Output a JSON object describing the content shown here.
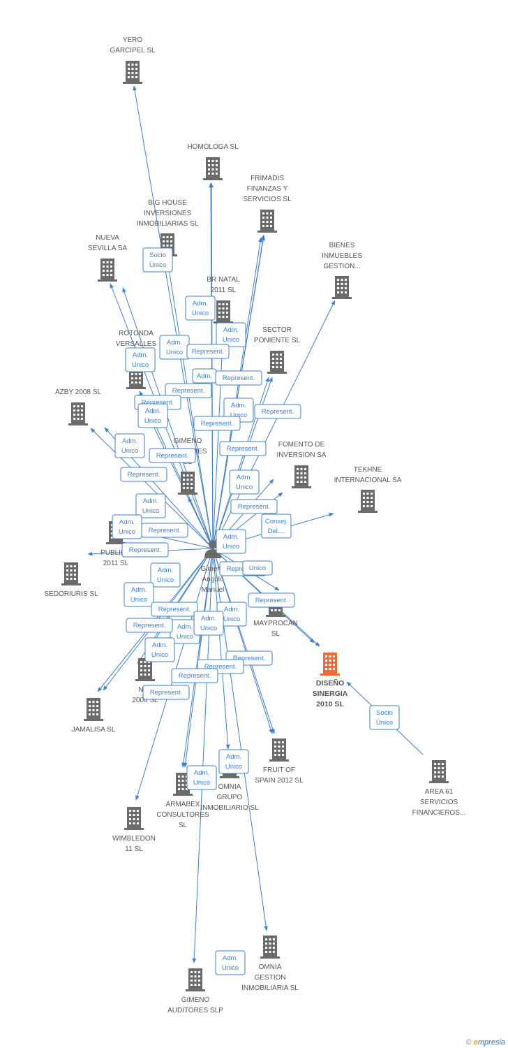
{
  "colors": {
    "edge": "#3a7fd5",
    "building": "#6b6b6b",
    "building_focus": "#f06a35",
    "person": "#6b6b6b"
  },
  "person": {
    "label": [
      "Gimeno",
      "Angulo",
      "Manuel"
    ],
    "icon": "person-icon"
  },
  "nodes": [
    {
      "id": "yero",
      "label": [
        "YERO",
        "GARCIPEL SL"
      ],
      "focus": false
    },
    {
      "id": "homologa",
      "label": [
        "HOMOLOGA SL"
      ],
      "focus": false
    },
    {
      "id": "frimadis",
      "label": [
        "FRIMADIS",
        "FINANZAS Y",
        "SERVICIOS SL"
      ],
      "focus": false
    },
    {
      "id": "bighouse",
      "label": [
        "BIG HOUSE",
        "INVERSIONES",
        "INMOBILIARIAS SL"
      ],
      "focus": false
    },
    {
      "id": "nuevasevilla",
      "label": [
        "NUEVA",
        "SEVILLA SA"
      ],
      "focus": false
    },
    {
      "id": "bienes",
      "label": [
        "BIENES",
        "INMUEBLES",
        "GESTION..."
      ],
      "focus": false
    },
    {
      "id": "brnatal",
      "label": [
        "BR NATAL",
        "2011 SL"
      ],
      "focus": false
    },
    {
      "id": "rotonda",
      "label": [
        "ROTONDA",
        "VERSALLES"
      ],
      "focus": false
    },
    {
      "id": "sector",
      "label": [
        "SECTOR",
        "PONIENTE SL"
      ],
      "focus": false
    },
    {
      "id": "azby",
      "label": [
        "AZBY 2008 SL"
      ],
      "focus": false
    },
    {
      "id": "gimenoasesores",
      "label": [
        "GIMENO",
        "ASESORES",
        "SL"
      ],
      "focus": false
    },
    {
      "id": "fomento",
      "label": [
        "FOMENTO DE",
        "INVERSION SA"
      ],
      "focus": false
    },
    {
      "id": "tekhne",
      "label": [
        "TEKHNE",
        "INTERNACIONAL SA"
      ],
      "focus": false
    },
    {
      "id": "publima",
      "label": [
        "PUBLIMA",
        "2011 SL"
      ],
      "focus": false
    },
    {
      "id": "sedoriuris",
      "label": [
        "SEDORIURIS SL"
      ],
      "focus": false
    },
    {
      "id": "mayprocan",
      "label": [
        "MAYPROCAN",
        "SL"
      ],
      "focus": false
    },
    {
      "id": "diseno",
      "label": [
        "DISEÑO",
        "SINERGIA",
        "2010 SL"
      ],
      "focus": true
    },
    {
      "id": "nal",
      "label": [
        "NAL",
        "2006 SL"
      ],
      "focus": false
    },
    {
      "id": "jamalisa",
      "label": [
        "JAMALISA SL"
      ],
      "focus": false
    },
    {
      "id": "fruit",
      "label": [
        "FRUIT OF",
        "SPAIN 2012 SL"
      ],
      "focus": false
    },
    {
      "id": "omniagrupo",
      "label": [
        "OMNIA",
        "GRUPO",
        "INMOBILIARIO SL"
      ],
      "focus": false
    },
    {
      "id": "armabex",
      "label": [
        "ARMABEX",
        "CONSULTORES",
        "SL"
      ],
      "focus": false
    },
    {
      "id": "area61",
      "label": [
        "AREA 61",
        "SERVICIOS",
        "FINANCIEROS..."
      ],
      "focus": false
    },
    {
      "id": "wimbledon",
      "label": [
        "WIMBLEDON",
        "11 SL"
      ],
      "focus": false
    },
    {
      "id": "omniagestion",
      "label": [
        "OMNIA",
        "GESTION",
        "INMOBILIARIA SL"
      ],
      "focus": false
    },
    {
      "id": "gimenoauditores",
      "label": [
        "GIMENO",
        "AUDITORES SLP"
      ],
      "focus": false
    }
  ],
  "relations": [
    {
      "id": "r1",
      "label": [
        "Socio",
        "Único"
      ]
    },
    {
      "id": "r2",
      "label": [
        "Adm.",
        "Unico"
      ]
    },
    {
      "id": "r3",
      "label": [
        "Adm.",
        "Unico"
      ]
    },
    {
      "id": "r4",
      "label": [
        "Adm.",
        "Unico"
      ]
    },
    {
      "id": "r5",
      "label": [
        "Represent."
      ]
    },
    {
      "id": "r6",
      "label": [
        "Adm.",
        "Unico"
      ]
    },
    {
      "id": "r7",
      "label": [
        "Adm."
      ]
    },
    {
      "id": "r8",
      "label": [
        "Represent."
      ]
    },
    {
      "id": "r9",
      "label": [
        "Represent."
      ]
    },
    {
      "id": "r10",
      "label": [
        "Represent."
      ]
    },
    {
      "id": "r11",
      "label": [
        "Adm.",
        "Unico"
      ]
    },
    {
      "id": "r12",
      "label": [
        "Adm.",
        "Unico"
      ]
    },
    {
      "id": "r13",
      "label": [
        "Represent."
      ]
    },
    {
      "id": "r14",
      "label": [
        "Represent."
      ]
    },
    {
      "id": "r15",
      "label": [
        "Adm.",
        "Unico"
      ]
    },
    {
      "id": "r16",
      "label": [
        "Represent."
      ]
    },
    {
      "id": "r17",
      "label": [
        "Represent."
      ]
    },
    {
      "id": "r18",
      "label": [
        "Adm.",
        "Unico"
      ]
    },
    {
      "id": "r19",
      "label": [
        "Represent."
      ]
    },
    {
      "id": "r20",
      "label": [
        "Adm.",
        "Unico"
      ]
    },
    {
      "id": "r21",
      "label": [
        "Represent."
      ]
    },
    {
      "id": "r22",
      "label": [
        "Adm.",
        "Unico"
      ]
    },
    {
      "id": "r23",
      "label": [
        "Represent."
      ]
    },
    {
      "id": "r24",
      "label": [
        "Consej.",
        "Del...."
      ]
    },
    {
      "id": "r25",
      "label": [
        "Adm.",
        "Unico"
      ]
    },
    {
      "id": "r26",
      "label": [
        "Represent."
      ]
    },
    {
      "id": "r27",
      "label": [
        "Represent."
      ]
    },
    {
      "id": "r28",
      "label": [
        "Unico"
      ]
    },
    {
      "id": "r29",
      "label": [
        "Adm.",
        "Unico"
      ]
    },
    {
      "id": "r30",
      "label": [
        "Represent."
      ]
    },
    {
      "id": "r31",
      "label": [
        "Adm.",
        "Unico"
      ]
    },
    {
      "id": "r32",
      "label": [
        "Represent."
      ]
    },
    {
      "id": "r33",
      "label": [
        "Adm.",
        "Unico"
      ]
    },
    {
      "id": "r34",
      "label": [
        "Adm.",
        "Unico"
      ]
    },
    {
      "id": "r35",
      "label": [
        "Represent."
      ]
    },
    {
      "id": "r36",
      "label": [
        "Adm.",
        "Unico"
      ]
    },
    {
      "id": "r37",
      "label": [
        "Adm.",
        "Unico"
      ]
    },
    {
      "id": "r38",
      "label": [
        "Represent."
      ]
    },
    {
      "id": "r39",
      "label": [
        "Represent."
      ]
    },
    {
      "id": "r40",
      "label": [
        "Represent."
      ]
    },
    {
      "id": "r41",
      "label": [
        "Represent."
      ]
    },
    {
      "id": "r42",
      "label": [
        "Adm.",
        "Unico"
      ]
    },
    {
      "id": "r43",
      "label": [
        "Adm.",
        "Unico"
      ]
    },
    {
      "id": "r44",
      "label": [
        "Socio",
        "Único"
      ]
    },
    {
      "id": "r45",
      "label": [
        "Adm.",
        "Unico"
      ]
    }
  ],
  "footer": {
    "copyright": "©",
    "brand_initial": "e",
    "brand_rest": "mpresia"
  }
}
